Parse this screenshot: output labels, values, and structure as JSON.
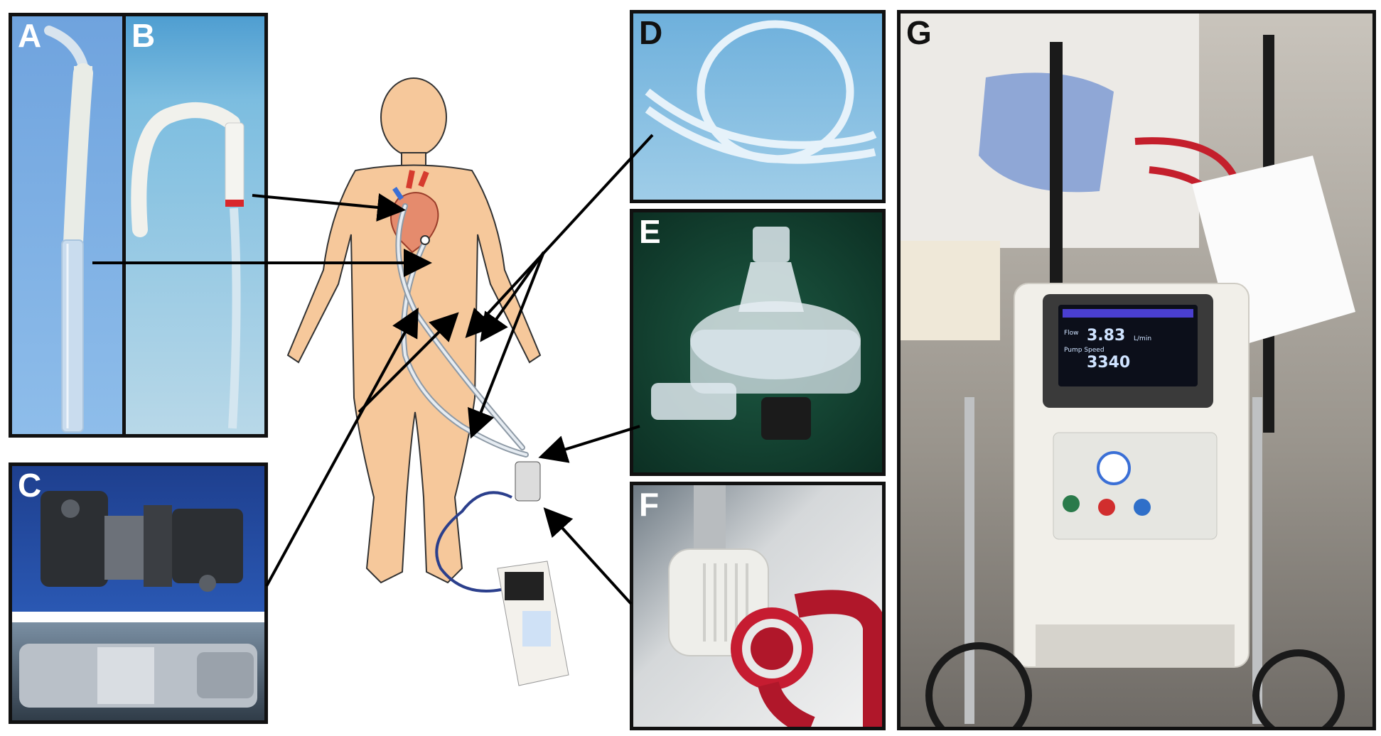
{
  "panels": {
    "a": {
      "label": "A"
    },
    "b": {
      "label": "B"
    },
    "c": {
      "label": "C"
    },
    "d": {
      "label": "D"
    },
    "e": {
      "label": "E"
    },
    "f": {
      "label": "F"
    },
    "g": {
      "label": "G"
    }
  },
  "device_screen": {
    "flow_value": "3.83",
    "flow_unit": "L/min",
    "speed_value": "3340",
    "flow_label": "Flow",
    "speed_label": "Pump Speed"
  },
  "colors": {
    "border": "#111111",
    "skin": "#f6c89b",
    "heart_red": "#d63b2f",
    "tube_blue": "#2b3f8c",
    "catheter_red_tip": "#d9262b",
    "blood_red": "#b0172a",
    "panel_green": "#123d2e",
    "panel_blue_light": "#7fb3e0",
    "panel_blue_dark": "#2a4d9c"
  }
}
